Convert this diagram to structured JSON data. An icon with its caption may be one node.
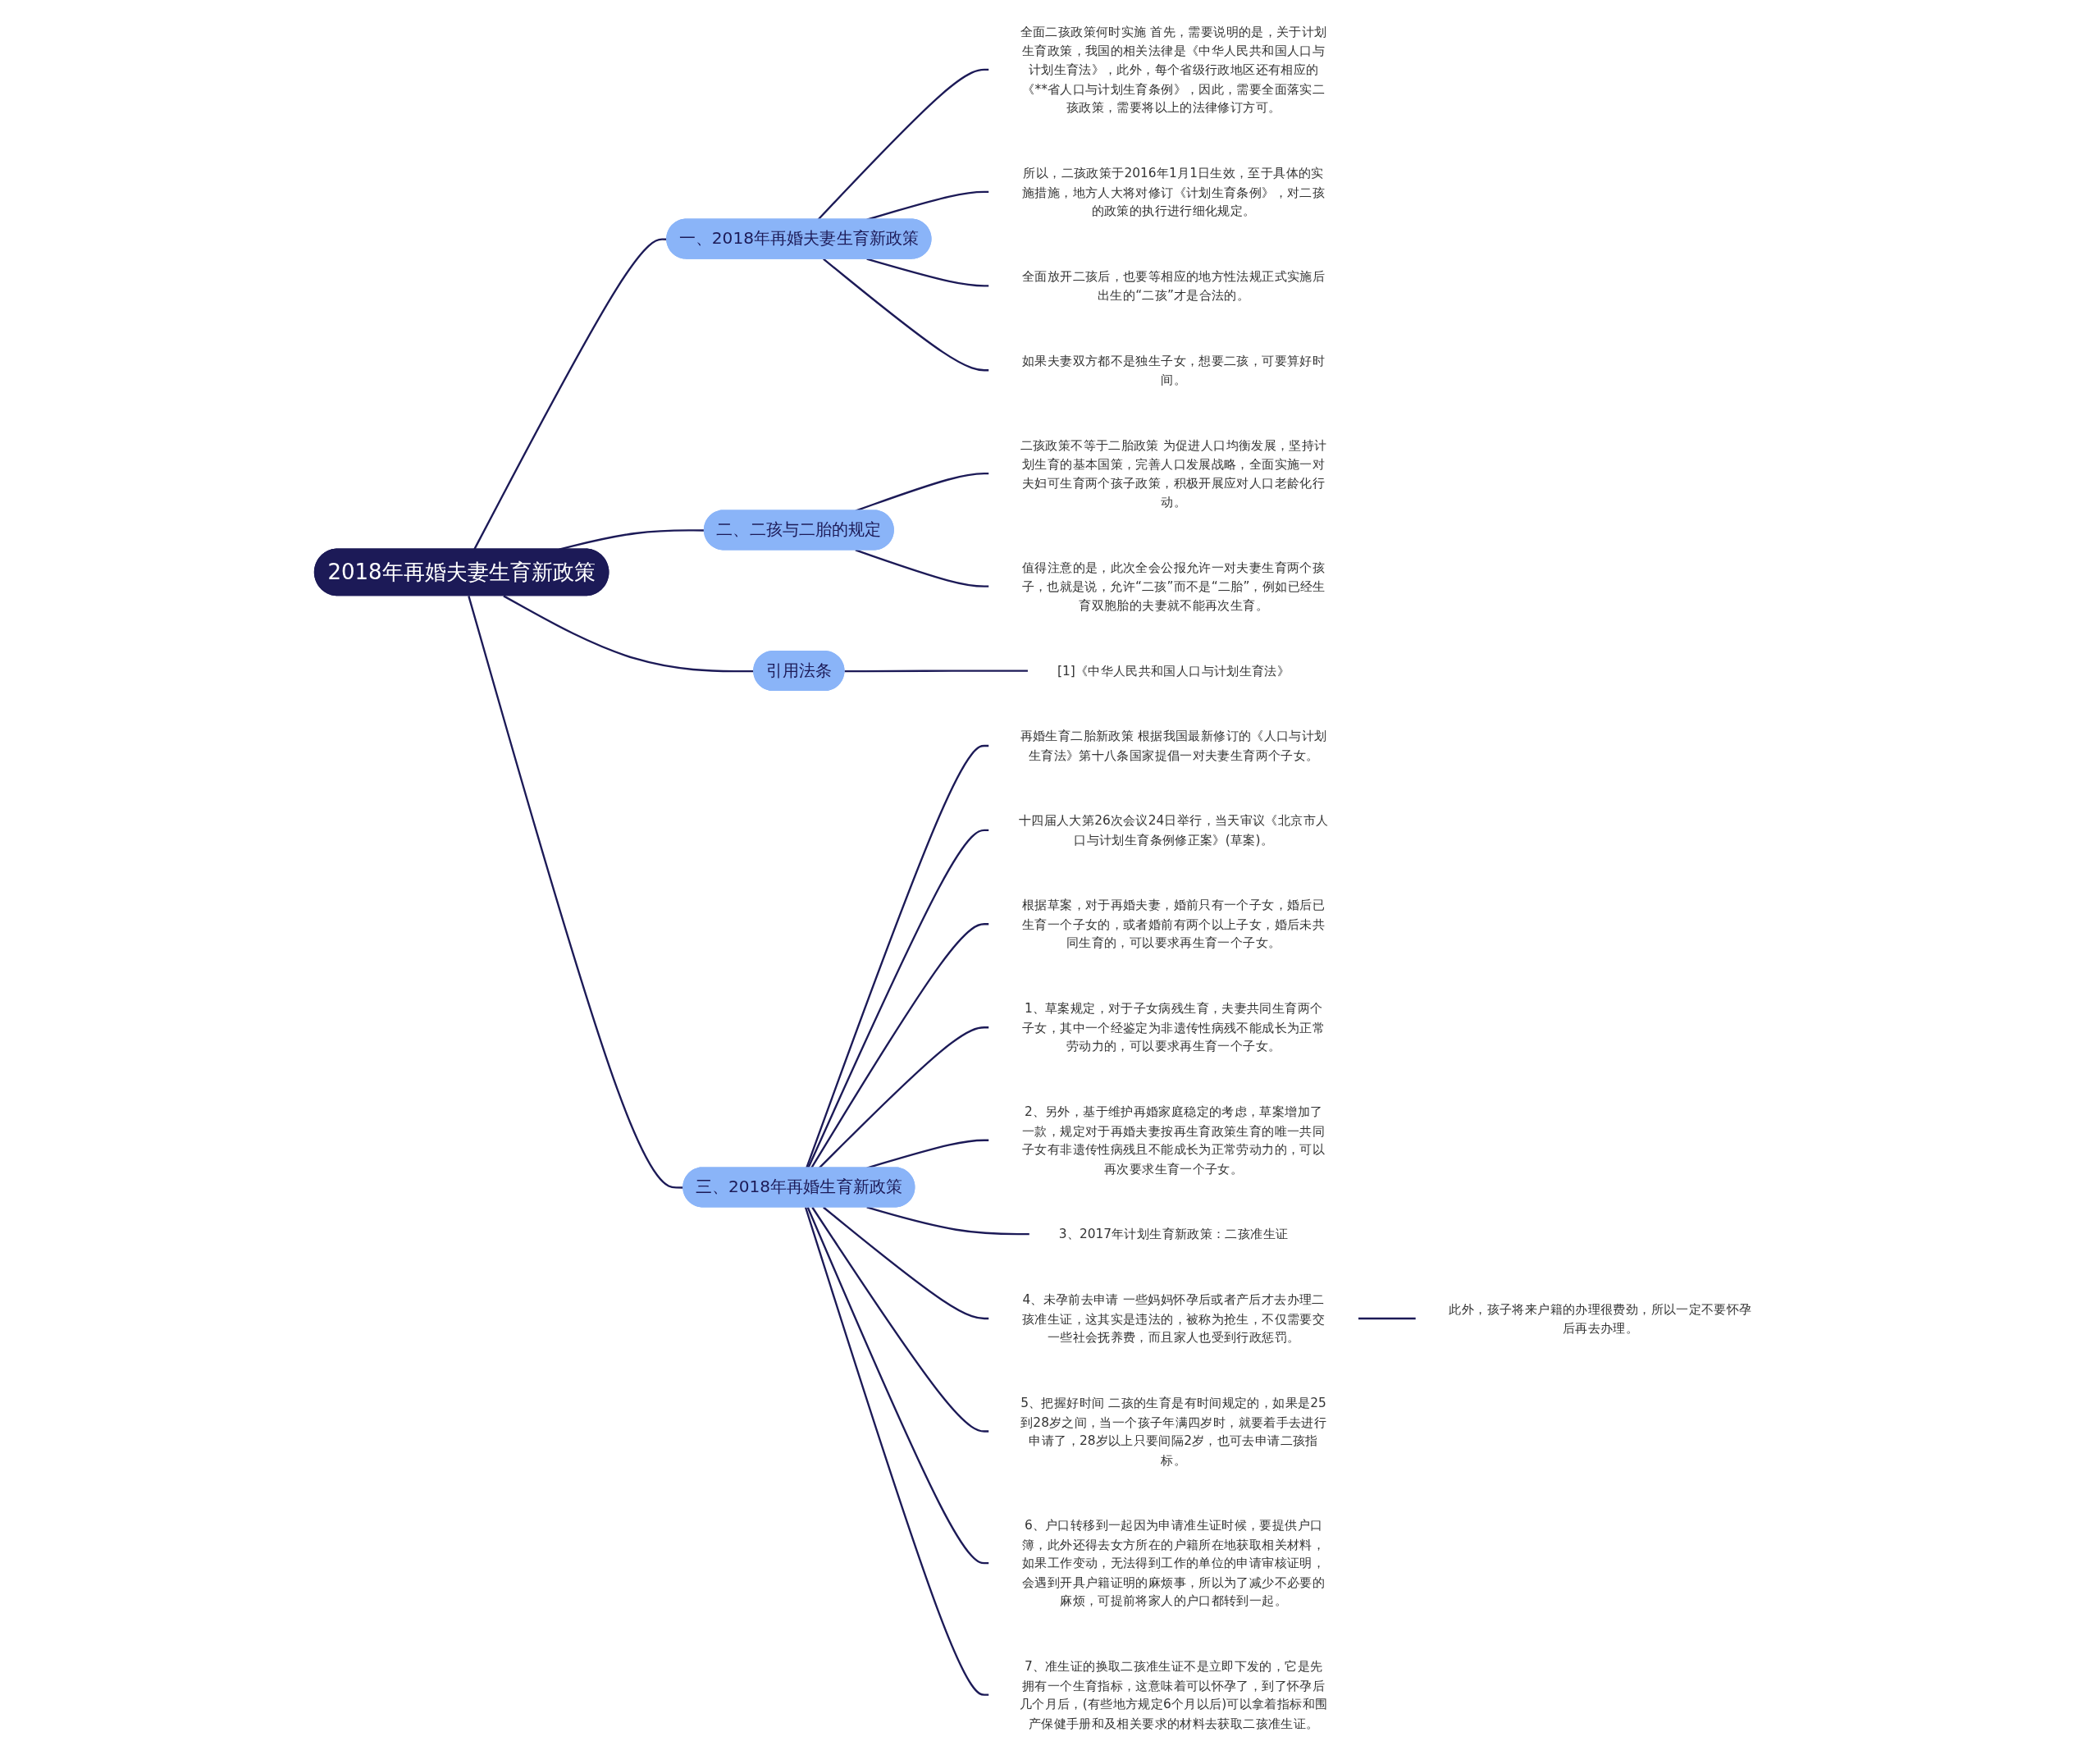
{
  "diagram": {
    "nodes": [
      {
        "text": [
          "2018年再婚夫妻生育新政策"
        ]
      },
      {
        "text": [
          "一、2018年再婚夫妻生育新政策"
        ]
      },
      {
        "text": [
          "全面二孩政策何时实施 首先，需要说明的是，关于计划生育政策，我国的相关法律是《中华人民共和国人口与计划生育法》，此外，每个省级行政地区还有相应的《**省人口与计划生育条例》，因此，需要全面落实二孩政策，需要将以上的法律修订方可。"
        ]
      },
      {
        "text": [
          "所以，二孩政策于2016年1月1日生效，至于具体的实施措施，地方人大将对修订《计划生育条例》，对二孩的政策的执行进行细化规定。"
        ]
      },
      {
        "text": [
          "全面放开二孩后，也要等相应的地方性法规正式实施后出生的“二孩”才是合法的。"
        ]
      },
      {
        "text": [
          "如果夫妻双方都不是独生子女，想要二孩，可要算好时间。"
        ]
      },
      {
        "text": [
          "二、二孩与二胎的规定"
        ]
      },
      {
        "text": [
          "二孩政策不等于二胎政策 为促进人口均衡发展，坚持计划生育的基本国策，完善人口发展战略，全面实施一对夫妇可生育两个孩子政策，积极开展应对人口老龄化行动。"
        ]
      },
      {
        "text": [
          "值得注意的是，此次全会公报允许一对夫妻生育两个孩子，也就是说，允许“二孩”而不是“二胎”，例如已经生育双胞胎的夫妻就不能再次生育。"
        ]
      },
      {
        "text": [
          "引用法条"
        ]
      },
      {
        "text": [
          "[1]《中华人民共和国人口与计划生育法》"
        ]
      },
      {
        "text": [
          "三、2018年再婚生育新政策"
        ]
      },
      {
        "text": [
          "再婚生育二胎新政策 根据我国最新修订的《人口与计划生育法》第十八条国家提倡一对夫妻生育两个子女。"
        ]
      },
      {
        "text": [
          "十四届人大第26次会议24日举行，当天审议《北京市人口与计划生育条例修正案》(草案)。"
        ]
      },
      {
        "text": [
          "根据草案，对于再婚夫妻，婚前只有一个子女，婚后已生育一个子女的，或者婚前有两个以上子女，婚后未共同生育的，可以要求再生育一个子女。"
        ]
      },
      {
        "text": [
          "1、草案规定，对于子女病残生育，夫妻共同生育两个子女，其中一个经鉴定为非遗传性病残不能成长为正常劳动力的，可以要求再生育一个子女。"
        ]
      },
      {
        "text": [
          "2、另外，基于维护再婚家庭稳定的考虑，草案增加了一款，规定对于再婚夫妻按再生育政策生育的唯一共同子女有非遗传性病残且不能成长为正常劳动力的，可以再次要求生育一个子女。"
        ]
      },
      {
        "text": [
          "3、2017年计划生育新政策：二孩准生证"
        ]
      },
      {
        "text": [
          "4、未孕前去申请 一些妈妈怀孕后或者产后才去办理二孩准生证，这其实是违法的，被称为抢生，不仅需要交一些社会抚养费，而且家人也受到行政惩罚。"
        ]
      },
      {
        "text": [
          "5、把握好时间 二孩的生育是有时间规定的，如果是25到28岁之间，当一个孩子年满四岁时，就要着手去进行申请了，28岁以上只要间隔2岁，也可去申请二孩指标。"
        ]
      },
      {
        "text": [
          "6、户口转移到一起因为申请准生证时候，要提供户口簿，此外还得去女方所在的户籍所在地获取相关材料，如果工作变动，无法得到工作的单位的申请审核证明，会遇到开具户籍证明的麻烦事，所以为了减少不必要的麻烦，可提前将家人的户口都转到一起。"
        ]
      },
      {
        "text": [
          "7、准生证的换取二孩准生证不是立即下发的，它是先拥有一个生育指标，这意味着可以怀孕了，到了怀孕后几个月后，(有些地方规定6个月以后)可以拿着指标和围产保健手册和及相关要求的材料去获取二孩准生证。"
        ]
      },
      {
        "text": [
          "此外，孩子将来户籍的办理很费劲，所以一定不要怀孕后再去办理。"
        ]
      }
    ],
    "edges": [
      {
        "from": 0,
        "to": 1,
        "arrow": "none"
      },
      {
        "from": 1,
        "to": 2,
        "arrow": "none"
      },
      {
        "from": 1,
        "to": 3,
        "arrow": "none"
      },
      {
        "from": 1,
        "to": 4,
        "arrow": "none"
      },
      {
        "from": 1,
        "to": 5,
        "arrow": "none"
      },
      {
        "from": 0,
        "to": 6,
        "arrow": "none"
      },
      {
        "from": 6,
        "to": 7,
        "arrow": "none"
      },
      {
        "from": 6,
        "to": 8,
        "arrow": "none"
      },
      {
        "from": 0,
        "to": 9,
        "arrow": "none"
      },
      {
        "from": 9,
        "to": 10,
        "arrow": "none"
      },
      {
        "from": 0,
        "to": 11,
        "arrow": "none"
      },
      {
        "from": 11,
        "to": 12,
        "arrow": "none"
      },
      {
        "from": 11,
        "to": 13,
        "arrow": "none"
      },
      {
        "from": 11,
        "to": 14,
        "arrow": "none"
      },
      {
        "from": 11,
        "to": 15,
        "arrow": "none"
      },
      {
        "from": 11,
        "to": 16,
        "arrow": "none"
      },
      {
        "from": 11,
        "to": 17,
        "arrow": "none"
      },
      {
        "from": 11,
        "to": 18,
        "arrow": "none"
      },
      {
        "from": 11,
        "to": 19,
        "arrow": "none"
      },
      {
        "from": 11,
        "to": 20,
        "arrow": "none"
      },
      {
        "from": 11,
        "to": 21,
        "arrow": "none"
      },
      {
        "from": 18,
        "to": 22,
        "arrow": "none"
      }
    ]
  }
}
